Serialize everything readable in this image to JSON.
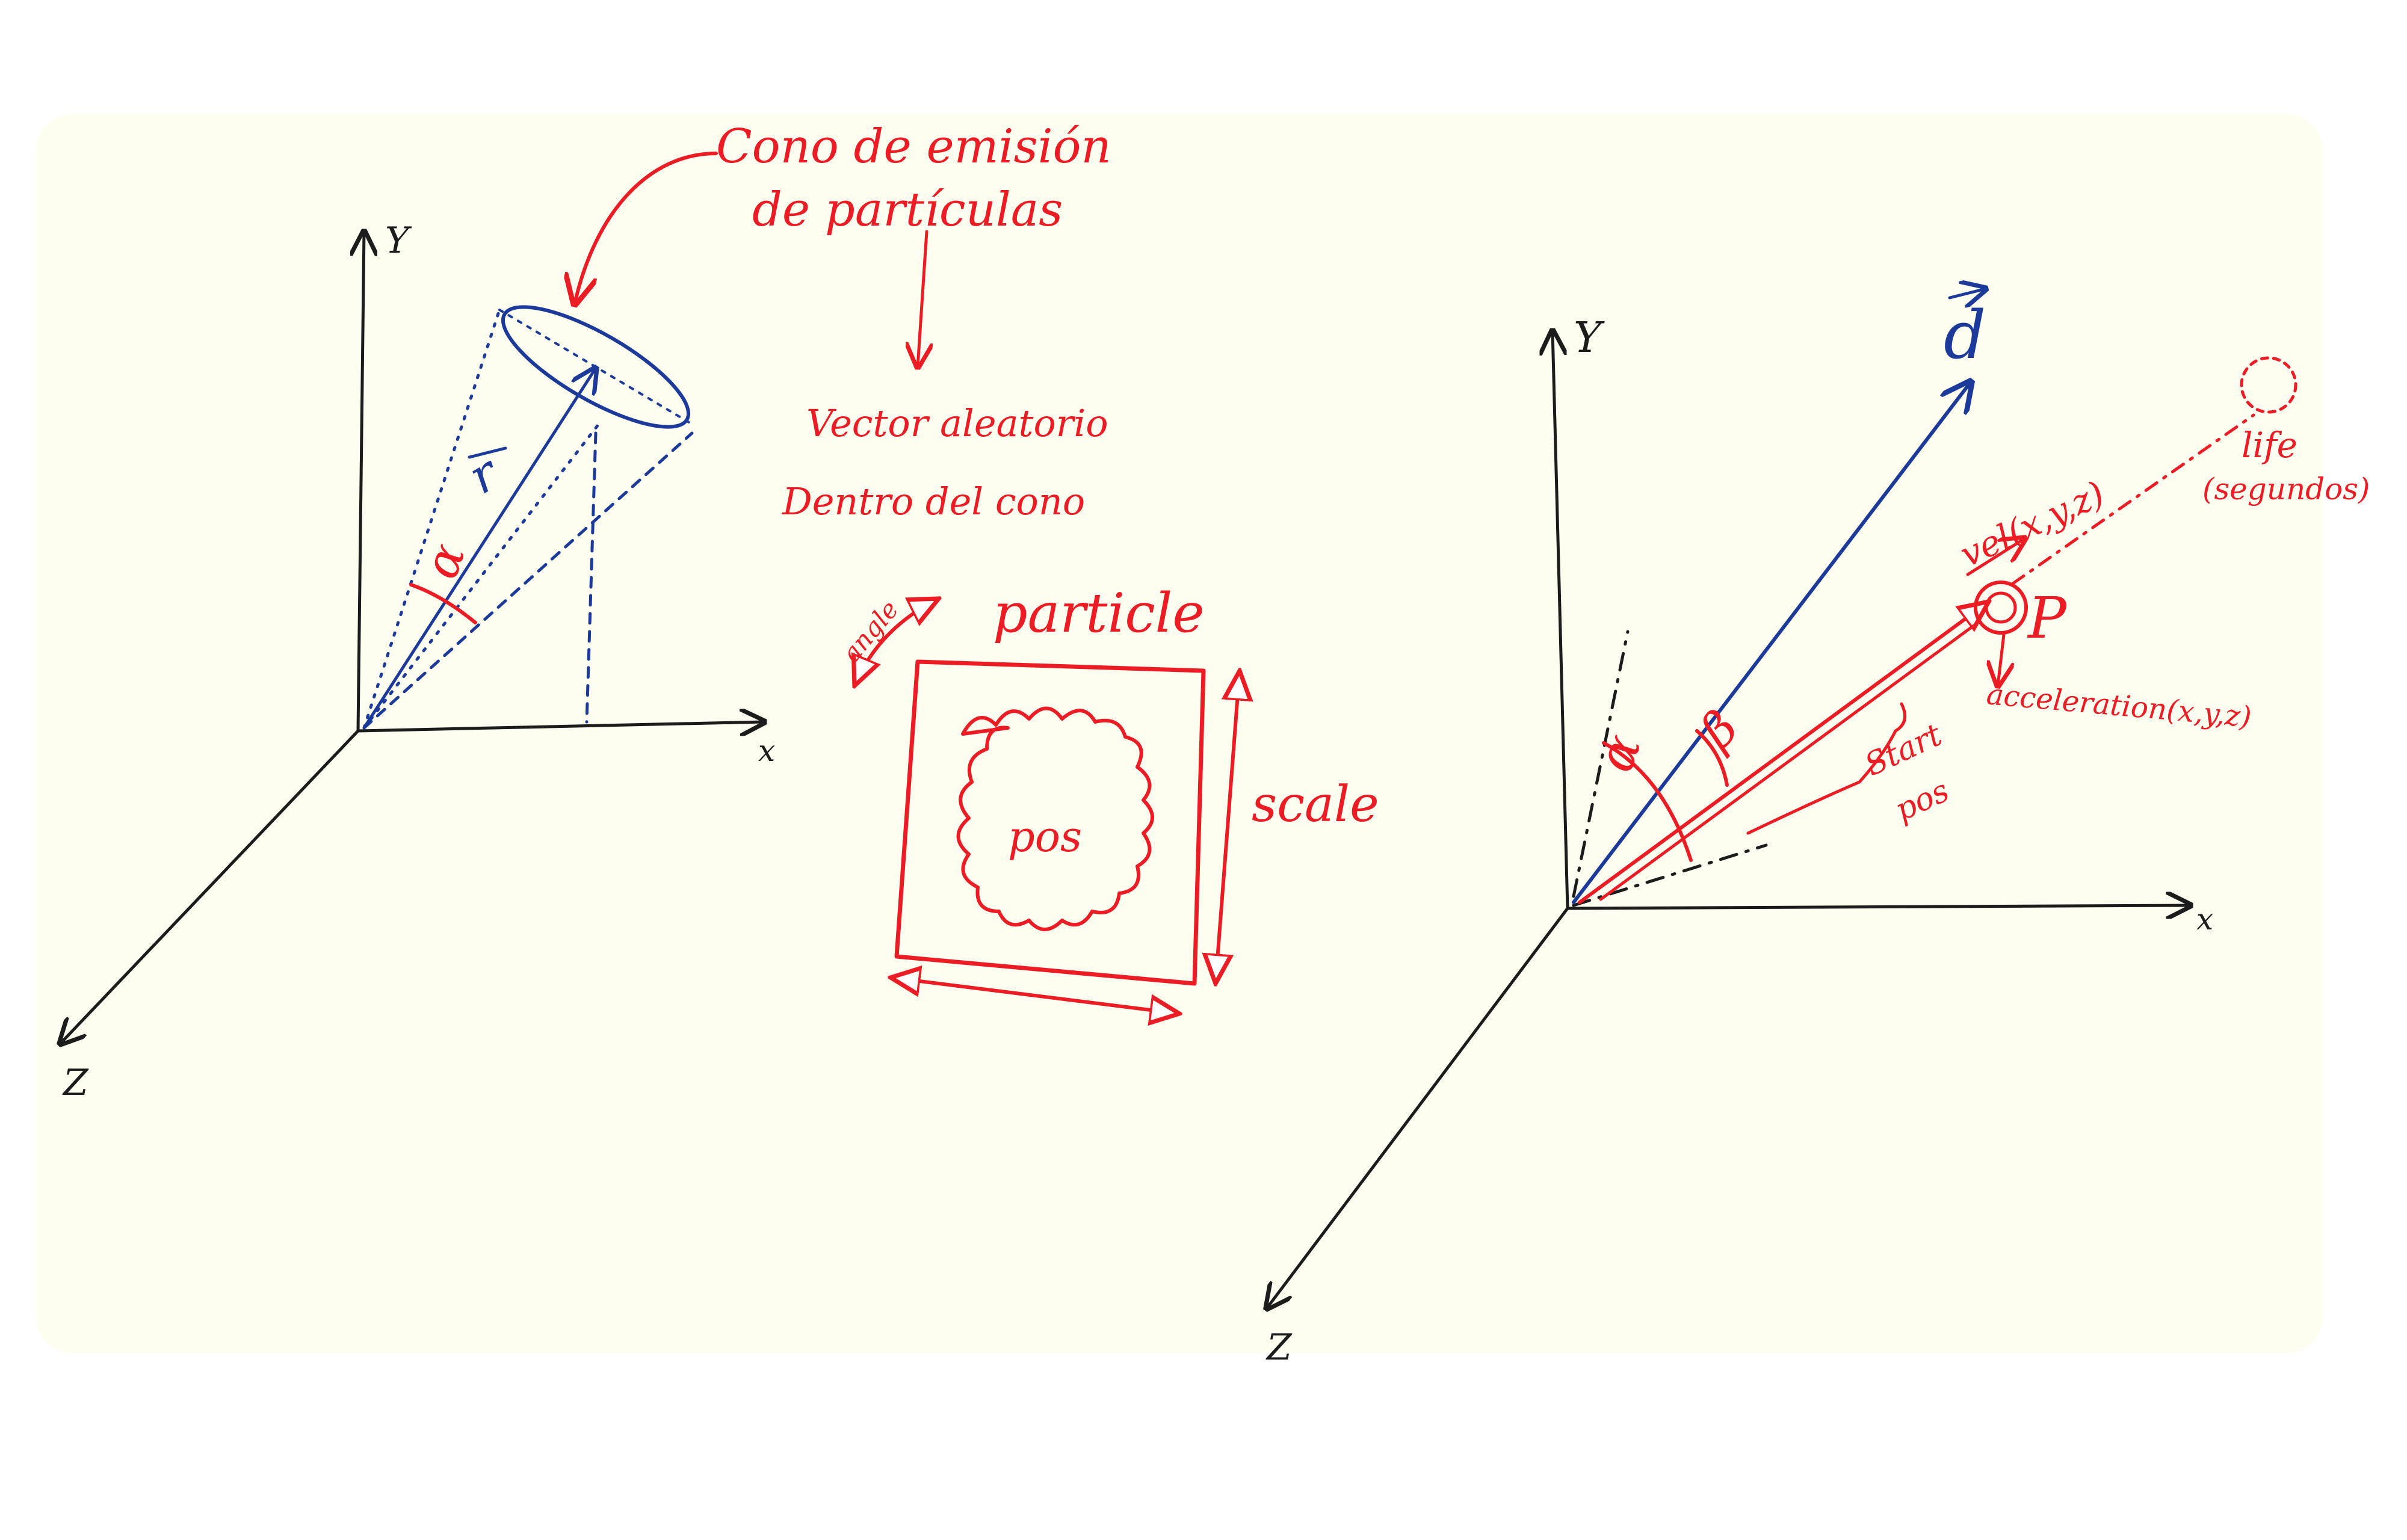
{
  "colors": {
    "paper": "#fdfdf0",
    "ink_black": "#1c1c1c",
    "ink_blue": "#1b3a9a",
    "ink_red": "#ec1c24"
  },
  "left_figure": {
    "axis_y": "Y",
    "axis_x": "x",
    "axis_z": "Z",
    "vector_label": "r",
    "angle_label": "α"
  },
  "annotations": {
    "cone_title_line1": "Cono de emisión",
    "cone_title_line2": "de partículas",
    "random_vector_line1": "Vector aleatorio",
    "random_vector_line2": "Dentro del cono"
  },
  "particle": {
    "title": "particle",
    "angle": "angle",
    "pos": "pos",
    "scale": "scale"
  },
  "right_figure": {
    "axis_y": "Y",
    "axis_x": "x",
    "axis_z": "Z",
    "direction_label": "d",
    "alpha_label": "α",
    "beta_label": "β",
    "vel_label": "vel(x,y,z)",
    "point_label": "P",
    "acceleration_label": "acceleration(x,y,z)",
    "start_pos_line1": "Start",
    "start_pos_line2": "pos",
    "life_line1": "life",
    "life_line2": "(segundos)"
  }
}
